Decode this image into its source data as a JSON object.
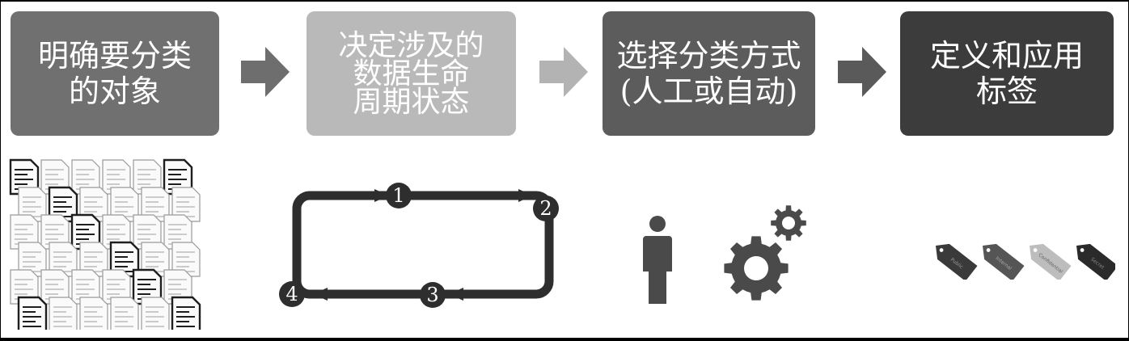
{
  "steps": [
    {
      "lines": [
        "明确要分类",
        "的对象"
      ]
    },
    {
      "lines": [
        "决定涉及的",
        "数据生命",
        "周期状态"
      ]
    },
    {
      "lines": [
        "选择分类方式",
        "(人工或自动)"
      ]
    },
    {
      "lines": [
        "定义和应用",
        "标签"
      ]
    }
  ],
  "cycle": {
    "labels": [
      "1",
      "2",
      "3",
      "4"
    ]
  },
  "tags": {
    "labels": [
      "Public",
      "Internal",
      "Confidential",
      "Secret"
    ]
  },
  "caption": "",
  "colors": {
    "step1": "#707070",
    "step2": "#b9b9b9",
    "step3": "#5c5c5c",
    "step4": "#3c3c3c",
    "arrow": "#6e6e6e",
    "cycle": "#2e2e2e",
    "tag_dark": "#3a3a3a",
    "tag_light": "#bdbdbd"
  },
  "icons": [
    "document-stack-icon",
    "lifecycle-cycle-icon",
    "person-icon",
    "gears-icon",
    "tags-icon"
  ]
}
